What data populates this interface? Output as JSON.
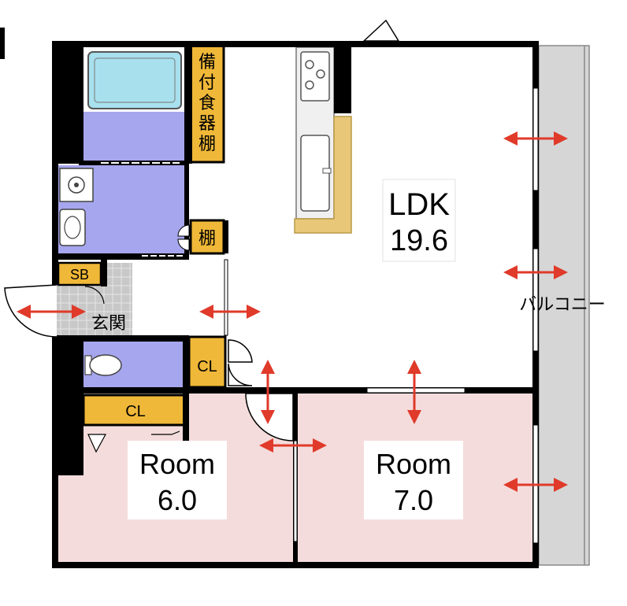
{
  "rooms": {
    "ldk": {
      "name": "LDK",
      "size": "19.6"
    },
    "room_left": {
      "name": "Room",
      "size": "6.0"
    },
    "room_right": {
      "name": "Room",
      "size": "7.0"
    }
  },
  "labels": {
    "balcony": "バルコニー",
    "entrance": "玄関",
    "shoe_box": "SB",
    "closet_small": "CL",
    "closet_long": "CL",
    "shelf": "棚",
    "cupboard": [
      "備",
      "付",
      "食",
      "器",
      "棚"
    ]
  },
  "colors": {
    "wall": "#000000",
    "wet_area": "#a6a6ee",
    "bedroom_floor": "#f5dcdc",
    "storage": "#f0b838",
    "counter": "#e8c878",
    "balcony": "#d6d6d6",
    "bathtub": "#a8e0ee",
    "entrance_tile": "#c8c8c8",
    "arrow": "#e03a2a"
  }
}
